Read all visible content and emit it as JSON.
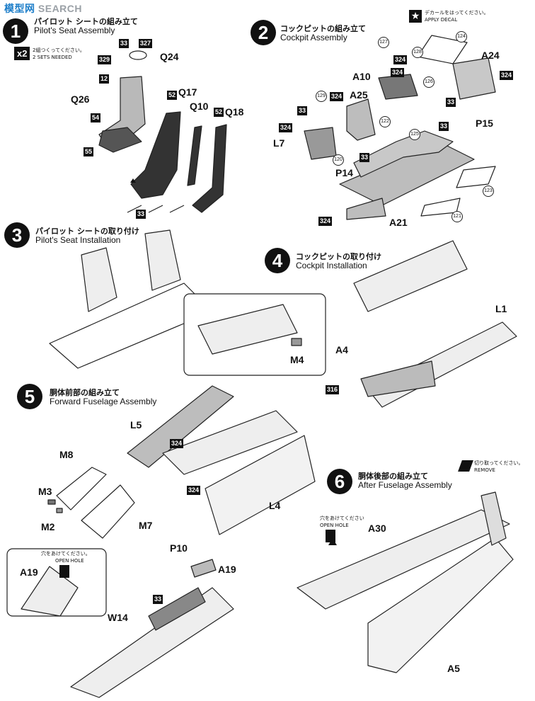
{
  "watermark": {
    "cn": "模型网",
    "en": "SEARCH"
  },
  "step1": {
    "num": "1",
    "jp": "パイロット シートの組み立て",
    "en": "Pilot's Seat Assembly",
    "mult": "x2",
    "mult_jp": "2組つくってください。",
    "mult_en": "2 SETS NEEDED",
    "labels": [
      "Q24",
      "Q26",
      "Q17",
      "Q10",
      "Q18"
    ],
    "boxes": [
      "33",
      "327",
      "329",
      "12",
      "52",
      "54",
      "52",
      "55",
      "33"
    ]
  },
  "step2": {
    "num": "2",
    "jp": "コックピットの組み立て",
    "en": "Cockpit Assembly",
    "decal_jp": "デカールをはってください。",
    "decal_en": "APPLY DECAL",
    "labels": [
      "A24",
      "A10",
      "A25",
      "P15",
      "L7",
      "P14",
      "A21"
    ],
    "boxes": [
      "324",
      "324",
      "324",
      "33",
      "324",
      "33",
      "33",
      "33",
      "324",
      "324"
    ],
    "circles": [
      "127",
      "128",
      "124",
      "126",
      "129",
      "122",
      "125",
      "120",
      "123",
      "121"
    ]
  },
  "step3": {
    "num": "3",
    "jp": "パイロット シートの取り付け",
    "en": "Pilot's Seat Installation"
  },
  "step4": {
    "num": "4",
    "jp": "コックピットの取り付け",
    "en": "Cockpit Installation",
    "labels": [
      "L1",
      "A4"
    ],
    "boxes": [
      "316"
    ]
  },
  "inset": {
    "label": "M4"
  },
  "step5": {
    "num": "5",
    "jp": "胴体前部の組み立て",
    "en": "Forward Fuselage Assembly",
    "labels": [
      "L5",
      "M8",
      "M3",
      "M2",
      "M7",
      "L4",
      "P10",
      "A19",
      "A19",
      "W14"
    ],
    "boxes": [
      "324",
      "324",
      "33"
    ],
    "hole_jp": "穴をあけてください。",
    "hole_en": "OPEN HOLE"
  },
  "step6": {
    "num": "6",
    "jp": "胴体後部の組み立て",
    "en": "After Fuselage Assembly",
    "labels": [
      "A30",
      "A5"
    ],
    "remove_jp": "切り取ってください。",
    "remove_en": "REMOVE",
    "hole_jp": "穴をあけてください",
    "hole_en": "OPEN HOLE"
  }
}
